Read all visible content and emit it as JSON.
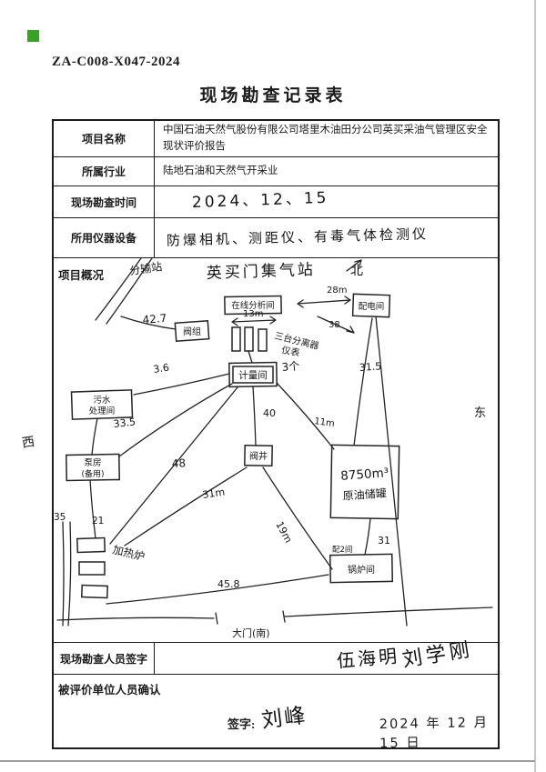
{
  "page": {
    "doc_code": "ZA-C008-X047-2024",
    "title": "现场勘查记录表"
  },
  "colors": {
    "paper": "#ffffff",
    "ink": "#1c1c1c",
    "logo_green": "#3aa02a"
  },
  "form": {
    "rows": [
      {
        "label": "项目名称",
        "value": "中国石油天然气股份有限公司塔里木油田分公司英买采油气管理区安全现状评价报告"
      },
      {
        "label": "所属行业",
        "value": "陆地石油和天然气开采业"
      },
      {
        "label": "现场勘查时间",
        "value": "2024、12、15"
      },
      {
        "label": "所用仪器设备",
        "value": "防爆相机、测距仪、有毒气体检测仪"
      }
    ],
    "overview": {
      "label": "项目概况"
    },
    "surveyor": {
      "label": "现场勘查人员签字",
      "signatures": [
        "伍海明",
        "刘学刚"
      ]
    },
    "confirm": {
      "label": "被评价单位人员确认",
      "sign_label": "签字:",
      "signature": "刘峰",
      "date": "2024 年 12 月 15 日"
    }
  },
  "sketch": {
    "station_title": "英买门集气站",
    "road_label": "分输站",
    "compass": {
      "north": "北",
      "west": "西",
      "east": "东"
    },
    "boxes": {
      "valve_group": "阀组",
      "analysis": "在线分析间",
      "power": "配电间",
      "separators_label": "三台分离器",
      "separators_sub": "仪表",
      "meter": "计量间",
      "meter_count": "3个",
      "sewage_1": "污水",
      "sewage_2": "处理间",
      "pump_1": "泵房",
      "pump_2": "(备用)",
      "well": "阀井",
      "tank_1": "8750m³",
      "tank_2": "原油储罐",
      "heater": "加热炉",
      "boiler": "锅炉间",
      "boiler_note": "配2间",
      "gate": "大门(南)"
    },
    "distances": {
      "d42_7": "42.7",
      "d13": "13m",
      "d28": "28m",
      "d38": "38",
      "d3_6": "3.6",
      "d31_5": "31.5",
      "d33_5": "33.5",
      "d40": "40",
      "d48": "48",
      "d11": "11m",
      "d31m": "31m",
      "d19": "19m",
      "d35": "35",
      "d21": "21",
      "d31": "31",
      "d45_8": "45.8"
    }
  }
}
